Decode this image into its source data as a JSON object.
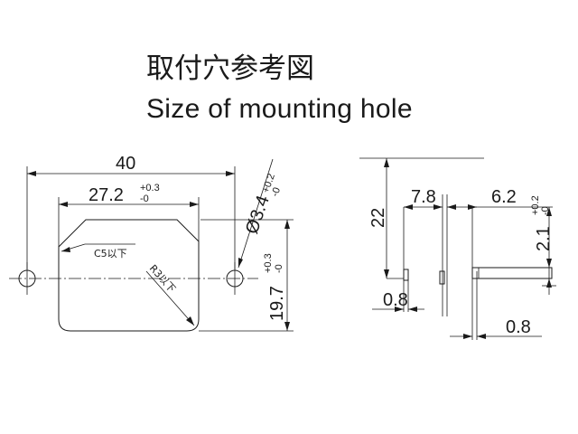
{
  "title": {
    "japanese": "取付穴参考図",
    "english": "Size of mounting hole"
  },
  "front_view": {
    "width_total": "40",
    "width_cutout": "27.2",
    "width_cutout_tol_upper": "+0.3",
    "width_cutout_tol_lower": "-0",
    "hole_diameter": "Ø3.4",
    "hole_tol_upper": "+0.2",
    "hole_tol_lower": "-0",
    "height_cutout": "19.7",
    "height_tol_upper": "+0.3",
    "height_tol_lower": "-0",
    "chamfer_note": "C5以下",
    "radius_note": "R3以下"
  },
  "side_view": {
    "height": "22",
    "offset_left": "7.8",
    "offset_right": "6.2",
    "thickness_left": "0.8",
    "thickness_right": "0.8",
    "pin_height": "2.1",
    "pin_tol_upper": "+0.2",
    "pin_tol_lower": "-0"
  }
}
